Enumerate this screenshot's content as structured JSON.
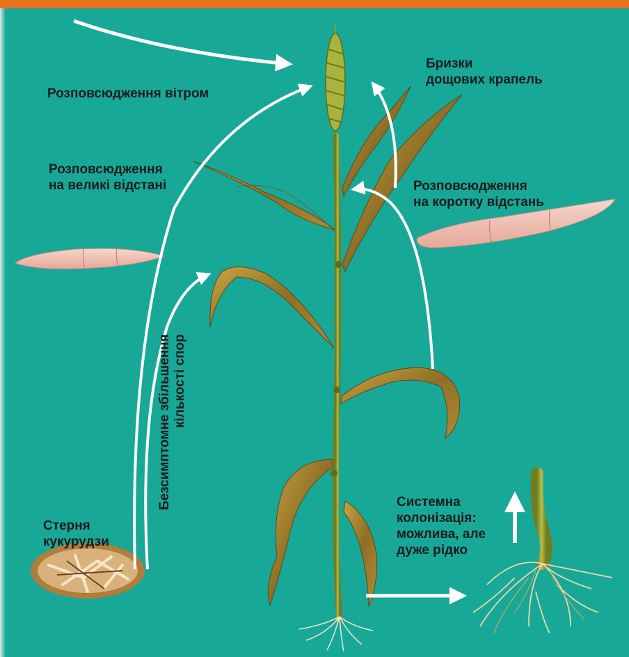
{
  "labels": {
    "wind": "Розповсюдження вітром",
    "rain_line1": "Бризки",
    "rain_line2": "дощових крапель",
    "long_line1": "Розповсюдження",
    "long_line2": "на великі відстані",
    "short_line1": "Розповсюдження",
    "short_line2": "на коротку відстань",
    "spores_line1": "Безсимптомне збільшення",
    "spores_line2": "кількості спор",
    "stubble_line1": "Стерня",
    "stubble_line2": "кукурудзи",
    "systemic_line1": "Системна",
    "systemic_line2": "колонізація:",
    "systemic_line3": "можлива, але",
    "systemic_line4": "дуже рідко"
  },
  "colors": {
    "background": "#18a898",
    "top_bar": "#e8731c",
    "arrow": "#ffffff",
    "text": "#1b1b1b",
    "stem": "#8a9a2a",
    "leaf": "#9b7a2a",
    "spore": "#f2c4b8"
  }
}
